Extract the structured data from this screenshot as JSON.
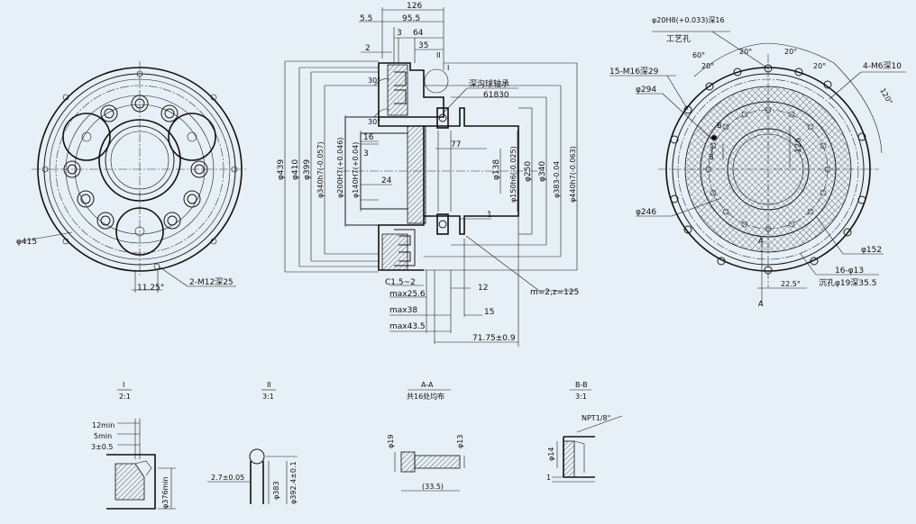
{
  "left_view": {
    "dia_415": "φ415",
    "m12": "2-M12深25",
    "angle": "11.25°"
  },
  "section_view": {
    "top_dims": [
      "126",
      "95.5",
      "64",
      "35",
      "5.5",
      "3",
      "2",
      "II",
      "I"
    ],
    "angle_30a": "30°",
    "angle_30b": "30°",
    "bearing_label": "深沟球轴承",
    "bearing_code": "61830",
    "vertical_dims": [
      "φ439",
      "φ410",
      "φ399",
      "φ340h7(-0.057)",
      "φ200H7(+0.046)",
      "φ140H7(+0.04)",
      "φ138",
      "φ150h6(-0.025)",
      "φ250",
      "φ340",
      "φ383-0.04",
      "φ440h7(-0.063)"
    ],
    "inner_dims": [
      "16",
      "3",
      "24",
      "77",
      "1"
    ],
    "bottom_dims": [
      "C1.5~2",
      "max25.6",
      "12",
      "max38",
      "15",
      "max43.5",
      "71.75±0.9"
    ],
    "gear_spec": "m=2,z=125"
  },
  "right_view": {
    "hole_20h8": "φ20H8(+0.033)深16",
    "process_hole": "工艺孔",
    "m16": "15-M16深29",
    "dia_294": "φ294",
    "m6": "4-M6深10",
    "angles": [
      "60°",
      "20°",
      "20°",
      "20°",
      "120°",
      "20°",
      "22.5°"
    ],
    "dim_126": "126",
    "label_B1": "B",
    "label_B2": "B",
    "label_A1": "A",
    "label_A2": "A",
    "dia_246": "φ246",
    "dia_152": "φ152",
    "holes_16": "16-φ13",
    "counterbore": "沉孔φ19深35.5"
  },
  "details": [
    {
      "title": "I",
      "scale": "2:1",
      "dims": [
        "12min",
        "5min",
        "3±0.5",
        "φ376min"
      ]
    },
    {
      "title": "II",
      "scale": "3:1",
      "dims": [
        "2.7±0.05",
        "φ383",
        "φ392.4±0.1"
      ]
    },
    {
      "title": "A-A",
      "scale": "共16处均布",
      "dims": [
        "φ19",
        "φ13",
        "(33.5)"
      ]
    },
    {
      "title": "B-B",
      "scale": "3:1",
      "dims": [
        "NPT1/8\"",
        "φ14",
        "1"
      ]
    }
  ]
}
